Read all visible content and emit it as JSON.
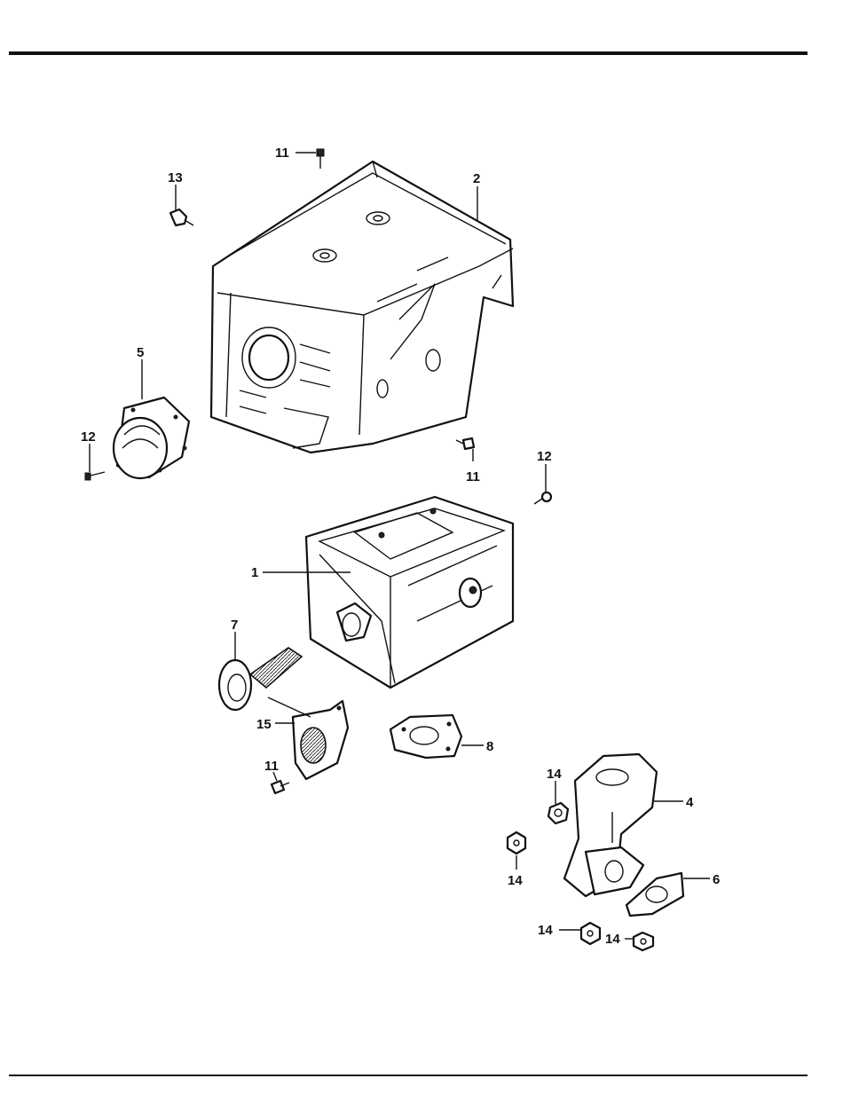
{
  "callouts": {
    "p1": "1",
    "p2": "2",
    "p4": "4",
    "p5": "5",
    "p6": "6",
    "p7": "7",
    "p8": "8",
    "p11a": "11",
    "p11b": "11",
    "p11c": "11",
    "p12a": "12",
    "p12b": "12",
    "p13": "13",
    "p14a": "14",
    "p14b": "14",
    "p14c": "14",
    "p14d": "14",
    "p15": "15"
  }
}
